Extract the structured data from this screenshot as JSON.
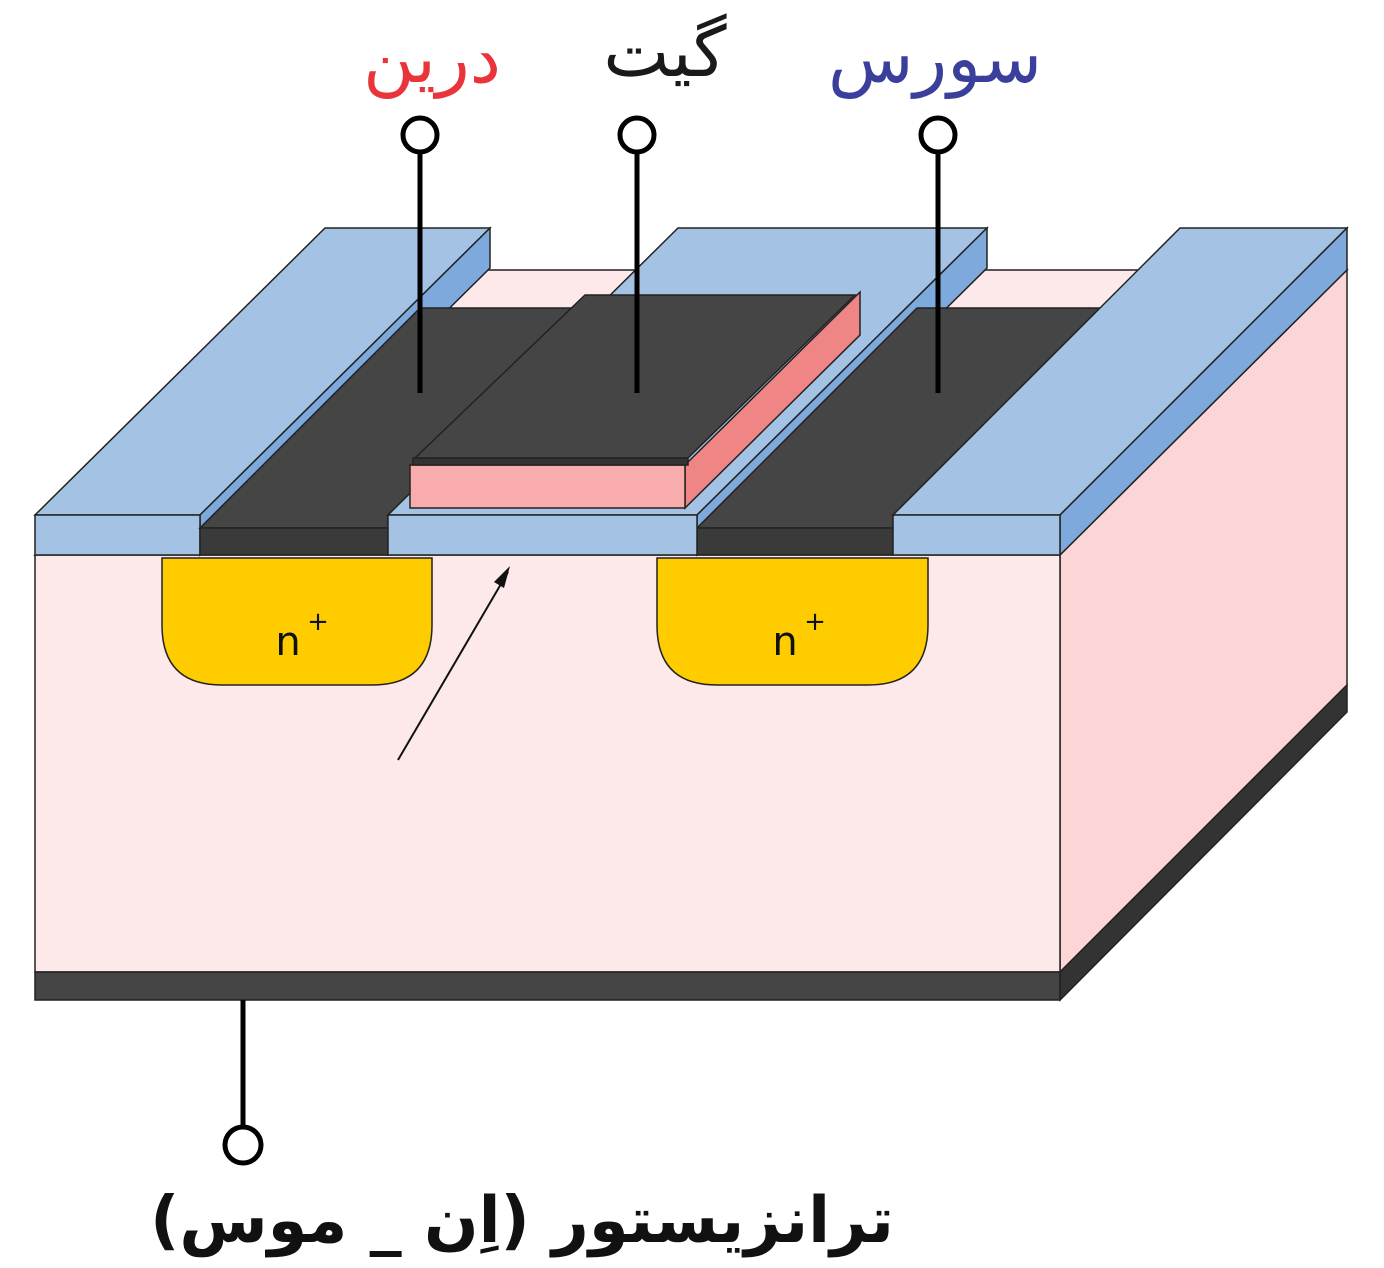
{
  "terminals": {
    "drain": {
      "label": "درین",
      "color": "#e8343a"
    },
    "gate": {
      "label": "گیت",
      "color": "#1a1a1a"
    },
    "source": {
      "label": "سورس",
      "color": "#3b3f9c"
    }
  },
  "regions": {
    "left_well": {
      "label": "n",
      "sup": "+"
    },
    "right_well": {
      "label": "n",
      "sup": "+"
    }
  },
  "title": "ترانزیستور (اِن _ موس)",
  "colors": {
    "substrate": "#fde9e9",
    "substrate_side": "#fcd6d6",
    "oxide": "#a4c3e4",
    "oxide_side": "#7ea9dc",
    "metal": "#454545",
    "poly": "#f8acac",
    "poly_side": "#f08585",
    "well": "#ffcc00"
  }
}
